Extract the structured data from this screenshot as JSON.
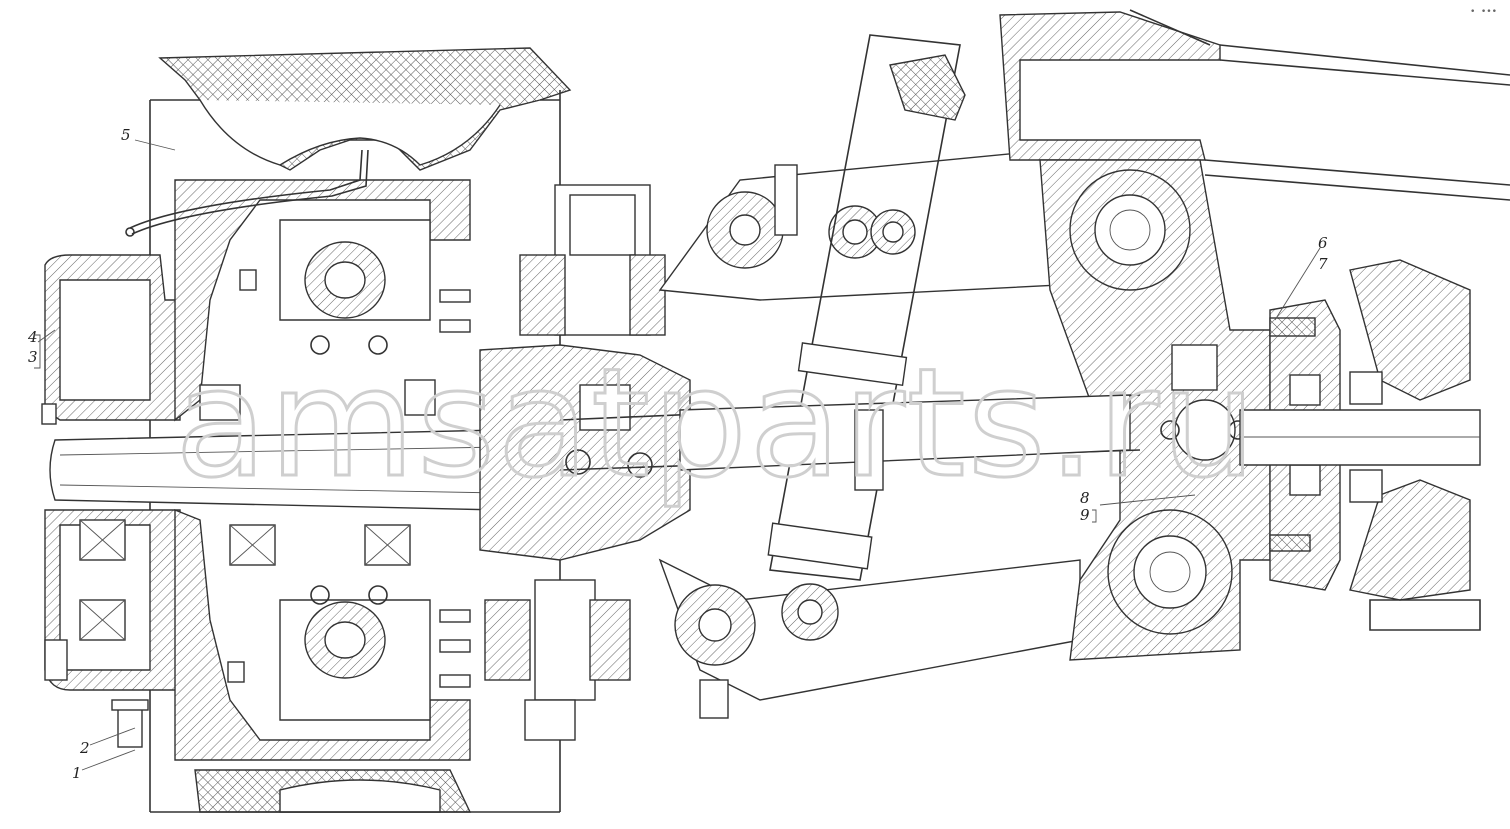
{
  "watermark": "amsatparts.ru",
  "callouts": [
    {
      "id": "c1",
      "text": "1"
    },
    {
      "id": "c2",
      "text": "2"
    },
    {
      "id": "c3",
      "text": "3"
    },
    {
      "id": "c4",
      "text": "4"
    },
    {
      "id": "c5",
      "text": "5"
    },
    {
      "id": "c6",
      "text": "6"
    },
    {
      "id": "c7",
      "text": "7"
    },
    {
      "id": "c8",
      "text": "8"
    },
    {
      "id": "c9",
      "text": "9"
    }
  ],
  "corner_mark": "• •••"
}
